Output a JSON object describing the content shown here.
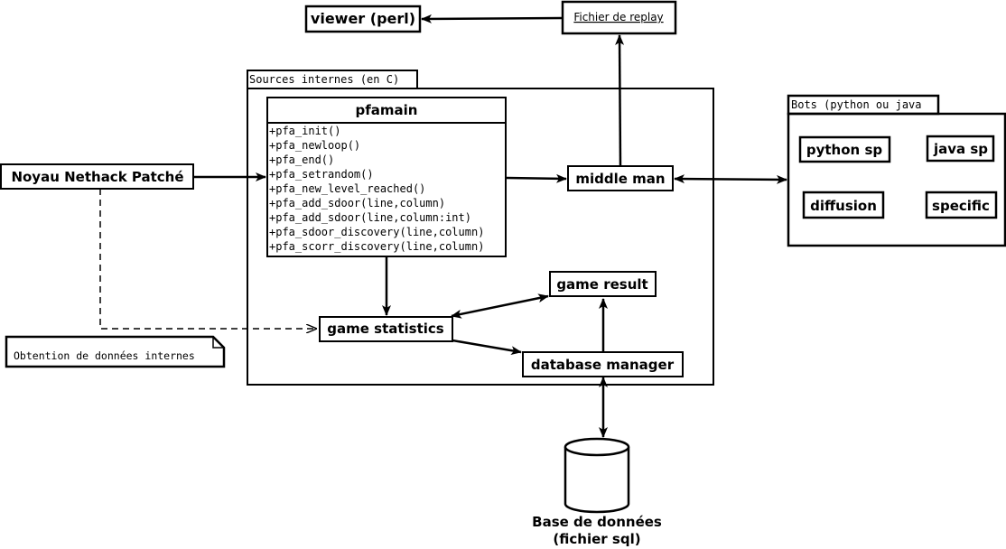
{
  "nodes": {
    "viewer": "viewer (perl)",
    "replay_file": "Fichier de replay",
    "sources_package": "Sources internes (en C)",
    "pfamain_title": "pfamain",
    "pfamain_methods": [
      "+pfa_init()",
      "+pfa_newloop()",
      "+pfa_end()",
      "+pfa_setrandom()",
      "+pfa_new_level_reached()",
      "+pfa_add_sdoor(line,column)",
      "+pfa_add_sdoor(line,column:int)",
      "+pfa_sdoor_discovery(line,column)",
      "+pfa_scorr_discovery(line,column)"
    ],
    "noyau": "Noyau Nethack Patché",
    "middle_man": "middle man",
    "bots_package": "Bots (python ou java",
    "python_sp": "python sp",
    "java_sp": "java sp",
    "diffusion": "diffusion",
    "specific": "specific",
    "game_result": "game result",
    "game_statistics": "game statistics",
    "database_manager": "database manager",
    "note": "Obtention de données internes",
    "database_line1": "Base de données",
    "database_line2": "(fichier sql)"
  }
}
